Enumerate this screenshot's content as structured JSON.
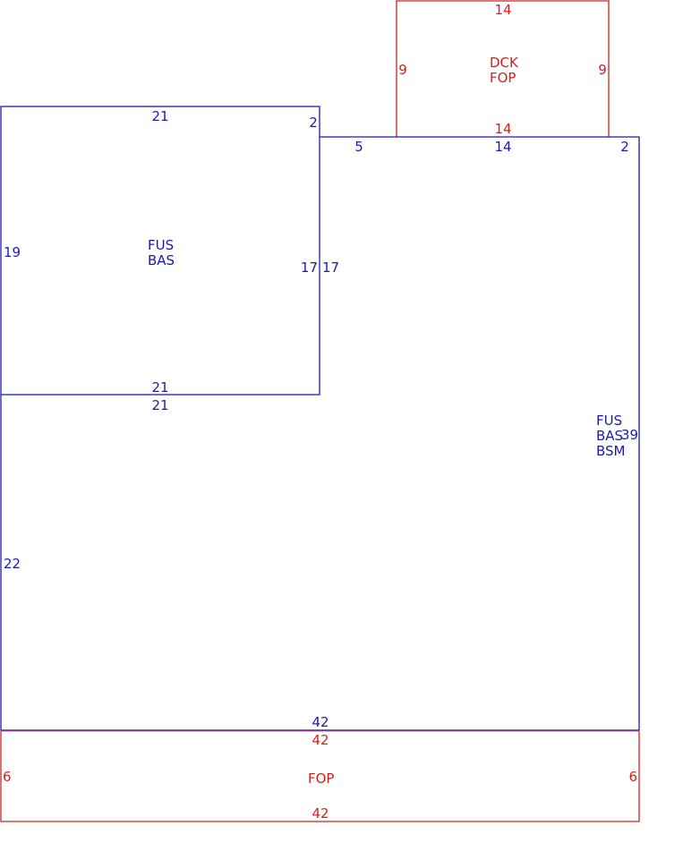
{
  "colors": {
    "main": "#1a1ab5",
    "porch": "#d42020",
    "background": "#ffffff"
  },
  "deck_area": {
    "codes": [
      "DCK",
      "FOP"
    ],
    "dim_top": "14",
    "dim_left": "9",
    "dim_right": "9",
    "dim_bottom": "14"
  },
  "left_wing": {
    "codes": [
      "FUS",
      "BAS"
    ],
    "dim_top": "21",
    "dim_top_right": "2",
    "dim_left": "19",
    "dim_right": "17",
    "dim_bottom": "21"
  },
  "main_body": {
    "codes": [
      "FUS",
      "BAS",
      "BSM"
    ],
    "dim_top_left": "5",
    "dim_top": "14",
    "dim_top_right": "2",
    "dim_notch_right": "17",
    "dim_wing_bottom": "21",
    "dim_left": "22",
    "dim_right": "39",
    "dim_bottom": "42"
  },
  "front_porch": {
    "codes": [
      "FOP"
    ],
    "dim_top": "42",
    "dim_left": "6",
    "dim_right": "6",
    "dim_bottom": "42"
  }
}
